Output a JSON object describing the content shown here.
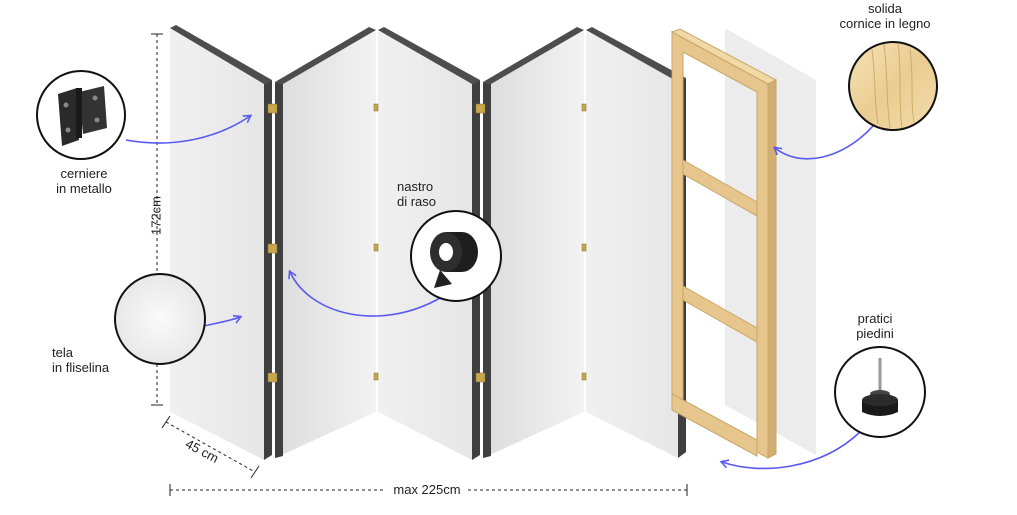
{
  "colors": {
    "panel_face": "#e8e8e8",
    "panel_edge": "#4d4d4d",
    "frame_wood": "#e2c08a",
    "arrow": "#5a5af0",
    "text": "#222222"
  },
  "labels": {
    "hinges": {
      "line1": "cerniere",
      "line2": "in metallo",
      "icon": "metal-hinge"
    },
    "fabric": {
      "line1": "tela",
      "line2": "in fliselina",
      "icon": "fabric-swatch"
    },
    "ribbon": {
      "line1": "nastro",
      "line2": "di raso",
      "icon": "satin-ribbon-roll"
    },
    "frame": {
      "line1": "solida",
      "line2": "cornice in legno",
      "icon": "wood-texture"
    },
    "feet": {
      "line1": "pratici",
      "line2": "piedini",
      "icon": "rubber-foot"
    }
  },
  "dimensions": {
    "height": "172cm",
    "depth": "45 cm",
    "width": "max 225cm"
  }
}
